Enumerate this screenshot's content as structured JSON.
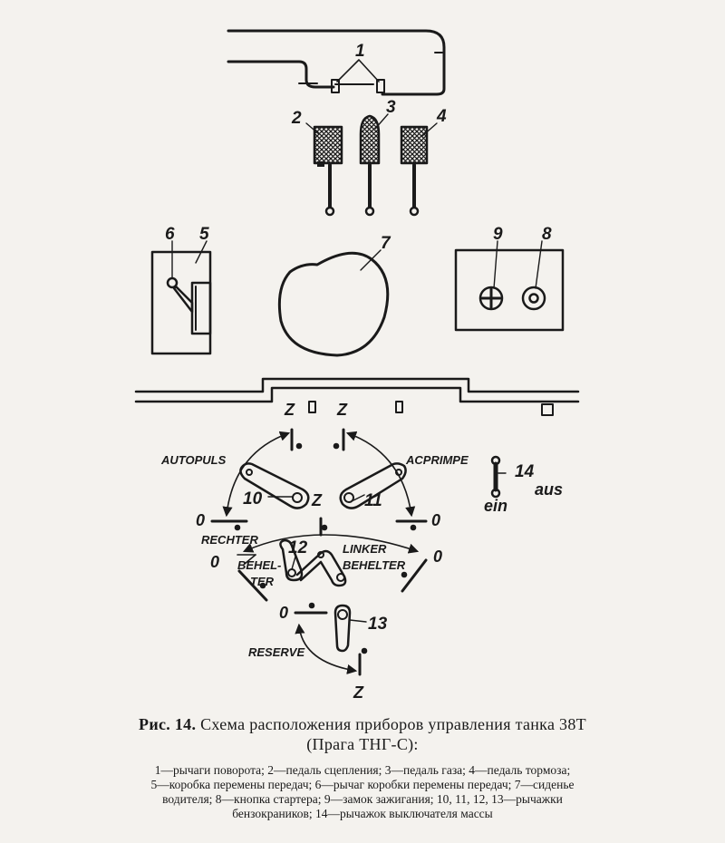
{
  "labels": {
    "n1": "1",
    "n2": "2",
    "n3": "3",
    "n4": "4",
    "n5": "5",
    "n6": "6",
    "n7": "7",
    "n8": "8",
    "n9": "9",
    "n10": "10",
    "n11": "11",
    "n12": "12",
    "n13": "13",
    "n14": "14",
    "autopuls": "AUTOPULS",
    "acprimpe": "ACPRIMPE",
    "rechter": "RECHTER",
    "linker": "LINKER",
    "behelter": "BEHELTER",
    "behel": "BEHEL-",
    "ter": "TER",
    "reserve": "RESERVE",
    "ein": "ein",
    "aus": "aus",
    "z": "Z",
    "o": "0"
  },
  "caption": {
    "fig": "Рис. 14.",
    "title": "Схема расположения приборов управления танка 38Т",
    "subtitle": "(Прага ТНГ-С):",
    "legend_line1": "1—рычаги поворота; 2—педаль сцепления; 3—педаль газа; 4—педаль тормоза;",
    "legend_line2": "5—коробка перемены передач; 6—рычаг коробки перемены передач; 7—сиденье",
    "legend_line3": "водителя; 8—кнопка стартера; 9—замок зажигания; 10, 11, 12, 13—рычажки",
    "legend_line4": "бензокраников; 14—рычажок выключателя массы"
  }
}
